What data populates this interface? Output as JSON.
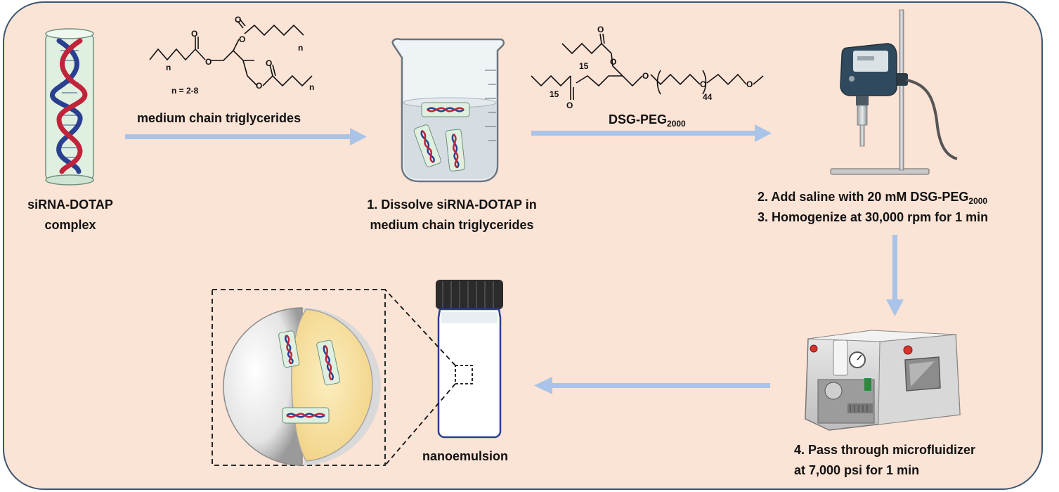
{
  "labels": {
    "sirna_line1": "siRNA-DOTAP",
    "sirna_line2": "complex",
    "mct_title": "medium chain triglycerides",
    "mct_n_range": "n = 2-8",
    "mct_subscript": "n",
    "dsg_name": "DSG-PEG",
    "dsg_subscript": "2000",
    "dsg_chain1": "15",
    "dsg_chain2": "15",
    "dsg_peg_units": "44",
    "step1_line1": "1. Dissolve siRNA-DOTAP in",
    "step1_line2": "medium chain triglycerides",
    "step2_prefix": "2. Add saline with 20 mM DSG-PEG",
    "step2_subscript": "2000",
    "step3": "3. Homogenize at 30,000 rpm for 1 min",
    "step4_line1": "4. Pass through microfluidizer",
    "step4_line2": "at 7,000 psi for 1 min",
    "nanoemulsion": "nanoemulsion",
    "oxygen": "O"
  },
  "colors": {
    "background": "#fbe3d5",
    "border": "#3c5573",
    "arrow": "#a9c4e8",
    "dna_blue": "#2a3f8f",
    "dna_red": "#c0233a",
    "tube": "#dff0e0",
    "oil_core": "#f7e3a3"
  }
}
